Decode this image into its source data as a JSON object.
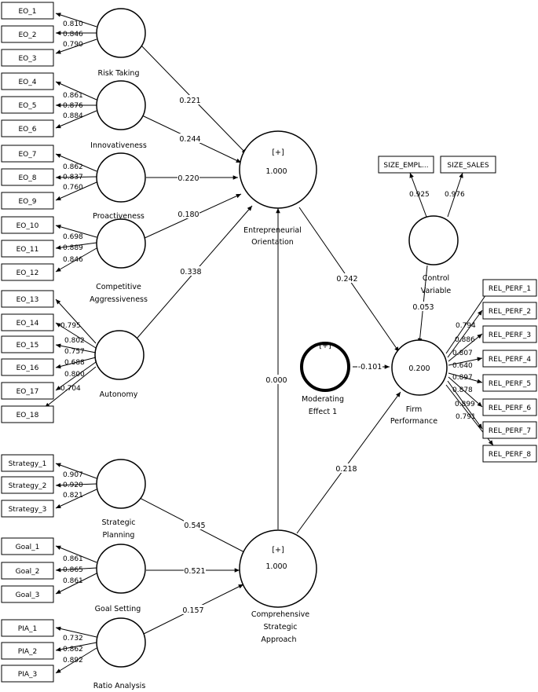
{
  "indicators": {
    "EO_1": "EO_1",
    "EO_2": "EO_2",
    "EO_3": "EO_3",
    "EO_4": "EO_4",
    "EO_5": "EO_5",
    "EO_6": "EO_6",
    "EO_7": "EO_7",
    "EO_8": "EO_8",
    "EO_9": "EO_9",
    "EO_10": "EO_10",
    "EO_11": "EO_11",
    "EO_12": "EO_12",
    "EO_13": "EO_13",
    "EO_14": "EO_14",
    "EO_15": "EO_15",
    "EO_16": "EO_16",
    "EO_17": "EO_17",
    "EO_18": "EO_18",
    "Strategy_1": "Strategy_1",
    "Strategy_2": "Strategy_2",
    "Strategy_3": "Strategy_3",
    "Goal_1": "Goal_1",
    "Goal_2": "Goal_2",
    "Goal_3": "Goal_3",
    "PIA_1": "PIA_1",
    "PIA_2": "PIA_2",
    "PIA_3": "PIA_3",
    "SIZE_EMPL": "SIZE_EMPL...",
    "SIZE_SALES": "SIZE_SALES",
    "REL_PERF_1": "REL_PERF_1",
    "REL_PERF_2": "REL_PERF_2",
    "REL_PERF_3": "REL_PERF_3",
    "REL_PERF_4": "REL_PERF_4",
    "REL_PERF_5": "REL_PERF_5",
    "REL_PERF_6": "REL_PERF_6",
    "REL_PERF_7": "REL_PERF_7",
    "REL_PERF_8": "REL_PERF_8"
  },
  "constructs": {
    "risk_taking": "Risk Taking",
    "innovativeness": "Innovativeness",
    "proactiveness": "Proactiveness",
    "competitive_1": "Competitive",
    "competitive_2": "Aggressiveness",
    "autonomy": "Autonomy",
    "eo_1": "Entrepreneurial",
    "eo_2": "Orientation",
    "control_1": "Control",
    "control_2": "Variable",
    "moderating_1": "Moderating",
    "moderating_2": "Effect 1",
    "firm_1": "Firm",
    "firm_2": "Performance",
    "strategic_planning_1": "Strategic",
    "strategic_planning_2": "Planning",
    "goal_setting": "Goal Setting",
    "csa_1": "Comprehensive",
    "csa_2": "Strategic",
    "csa_3": "Approach",
    "ratio_analysis": "Ratio Analysis"
  },
  "inner_values": {
    "eo": "1.000",
    "eo_plus": "[+]",
    "csa": "1.000",
    "csa_plus": "[+]",
    "firm": "0.200",
    "moderating_plus": "[+]"
  },
  "loadings": {
    "rt": [
      "0.810",
      "0.846",
      "0.790"
    ],
    "inn": [
      "0.861",
      "0.876",
      "0.884"
    ],
    "pro": [
      "0.862",
      "0.837",
      "0.760"
    ],
    "ca": [
      "0.698",
      "0.889",
      "0.846"
    ],
    "aut": [
      "0.795",
      "0.802",
      "0.757",
      "0.688",
      "0.800",
      "0.704"
    ],
    "sp": [
      "0.907",
      "0.920",
      "0.821"
    ],
    "gs": [
      "0.861",
      "0.865",
      "0.861"
    ],
    "ra": [
      "0.732",
      "0.862",
      "0.892"
    ],
    "cv": [
      "0.925",
      "0.976"
    ],
    "fp": [
      "0.794",
      "0.886",
      "0.807",
      "0.640",
      "0.897",
      "0.878",
      "0.899",
      "0.791"
    ]
  },
  "paths": {
    "rt_eo": "0.221",
    "inn_eo": "0.244",
    "pro_eo": "0.220",
    "ca_eo": "0.180",
    "aut_eo": "0.338",
    "eo_fp": "0.242",
    "cv_fp": "0.053",
    "mod_fp": "-0.101",
    "csa_eo": "0.000",
    "csa_fp": "0.218",
    "sp_csa": "0.545",
    "gs_csa": "0.521",
    "ra_csa": "0.157"
  }
}
